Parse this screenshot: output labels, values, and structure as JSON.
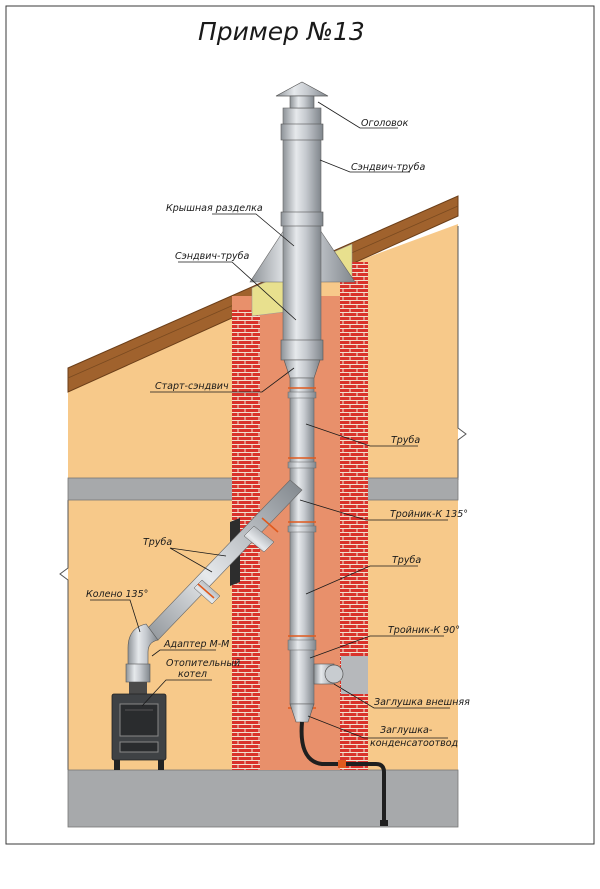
{
  "title": "Пример №13",
  "labels": {
    "ogolovok": "Оголовок",
    "sandwich_top": "Сэндвич-труба",
    "roof_cut": "Крышная разделка",
    "sandwich_left": "Сэндвич-труба",
    "start_sandwich": "Старт-сэндвич",
    "pipe_1": "Труба",
    "tee_135": "Тройник-К 135°",
    "pipe_left": "Труба",
    "pipe_2": "Труба",
    "elbow_135": "Колено 135°",
    "tee_90": "Тройник-К 90°",
    "adapter": "Адаптер М-М",
    "boiler_1": "Отопительный",
    "boiler_2": "котел",
    "cap_ext": "Заглушка внешняя",
    "condensate_1": "Заглушка-",
    "condensate_2": "конденсатоотвод"
  },
  "colors": {
    "wall": "#f7c98a",
    "brick": "#d9332b",
    "chimney_fill": "#e8906b",
    "roof": "#a0622d",
    "insulation": "#e8e08e",
    "slab": "#a7a9ab",
    "pipe": "#c4c8cc"
  }
}
